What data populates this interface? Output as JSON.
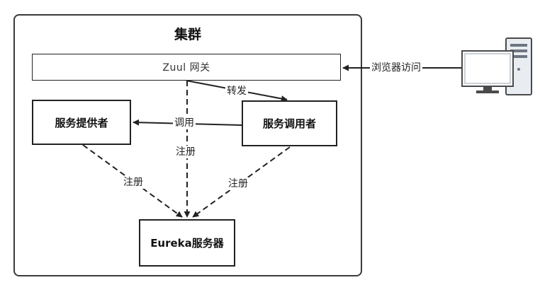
{
  "cluster": {
    "title": "集群"
  },
  "nodes": {
    "gateway": "Zuul 网关",
    "provider": "服务提供者",
    "consumer": "服务调用者",
    "eureka": "Eureka服务器"
  },
  "edges": {
    "forward": "转发",
    "call": "调用",
    "register_gateway": "注册",
    "register_provider": "注册",
    "register_consumer": "注册",
    "browser_access": "浏览器访问"
  },
  "colors": {
    "stroke": "#222222",
    "border": "#3a3a3a",
    "computer_frame": "#4a4a4a",
    "computer_screen": "#ffffff"
  },
  "icons": {
    "client": "desktop-computer-icon"
  }
}
